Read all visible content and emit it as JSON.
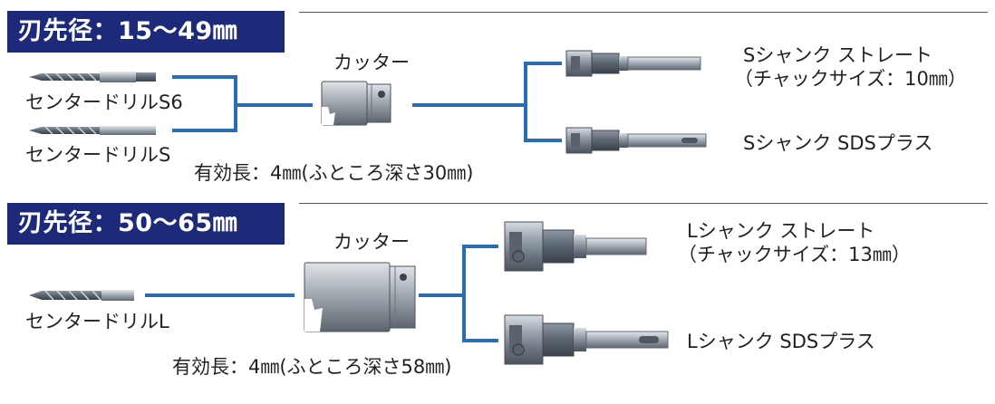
{
  "colors": {
    "badge_bg": "#1d2a7a",
    "connector": "#2a6db0",
    "metal": "#7f8a99"
  },
  "section1": {
    "badge": "刃先径：15〜49㎜",
    "drill_a": "センタードリルS6",
    "drill_b": "センタードリルS",
    "cutter": "カッター",
    "shank_straight_line1": "Sシャンク ストレート",
    "shank_straight_line2": "（チャックサイズ：10㎜）",
    "shank_sds": "Sシャンク SDSプラス",
    "effective_length": "有効長：4㎜(ふところ深さ30㎜)"
  },
  "section2": {
    "badge": "刃先径：50〜65㎜",
    "drill": "センタードリルL",
    "cutter": "カッター",
    "shank_straight_line1": "Lシャンク ストレート",
    "shank_straight_line2": "（チャックサイズ：13㎜）",
    "shank_sds": "Lシャンク SDSプラス",
    "effective_length": "有効長：4㎜(ふところ深さ58㎜)"
  }
}
